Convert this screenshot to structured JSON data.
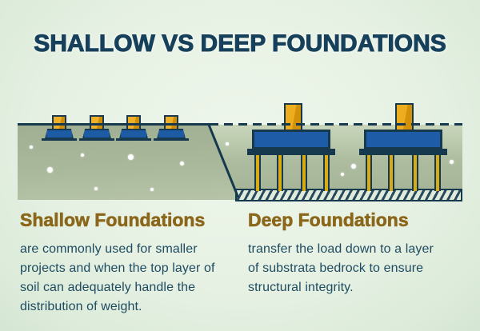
{
  "title": "SHALLOW VS DEEP FOUNDATIONS",
  "sections": {
    "shallow": {
      "heading": "Shallow Foundations",
      "body": "are commonly used for smaller\nprojects and when the top layer of\nsoil can adequately handle the\ndistribution of weight."
    },
    "deep": {
      "heading": "Deep Foundations",
      "body": "transfer the load down to a layer\nof substrata bedrock to ensure\nstructural integrity."
    }
  },
  "illustration": {
    "shallow_footing_count": 4,
    "deep_pile_cap_count": 2,
    "piles_per_cap": 4,
    "colors": {
      "background": "#e6f1e4",
      "title_text": "#17405b",
      "heading_text": "#8b671b",
      "body_text": "#1f4b61",
      "soil": "#abb99c",
      "concrete_blue": "#1d5ca6",
      "outline_navy": "#16394e",
      "column_gold": "#e8a716",
      "pile_gold": "#d9ab10",
      "bedrock_fill": "#e0ebdb"
    }
  }
}
